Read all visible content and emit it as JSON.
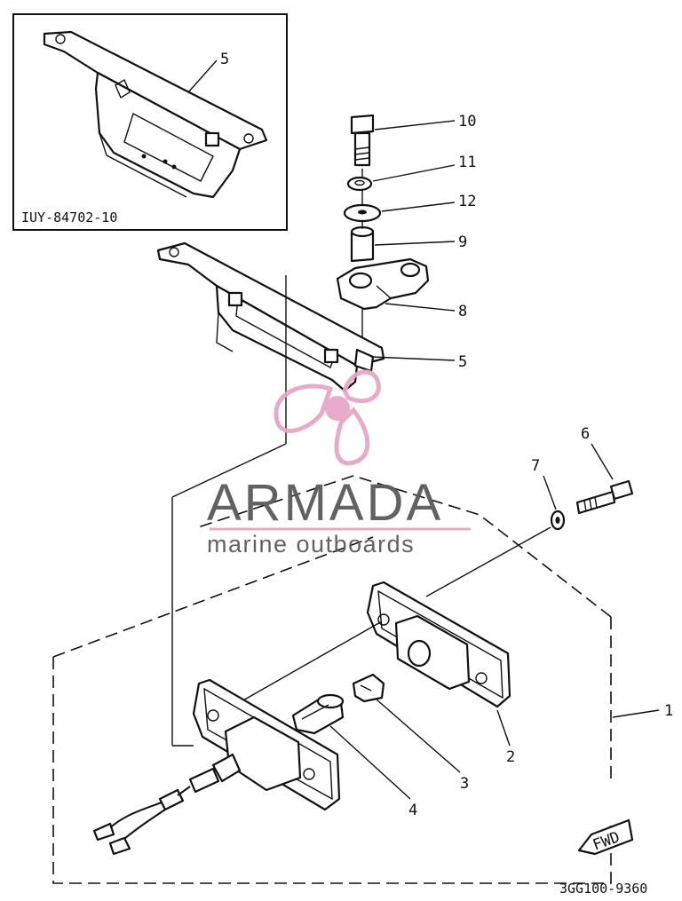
{
  "inset": {
    "code": "IUY-84702-10",
    "callout": "5"
  },
  "callouts": [
    "1",
    "2",
    "3",
    "4",
    "5",
    "6",
    "7",
    "8",
    "9",
    "10",
    "11",
    "12"
  ],
  "fwd_label": "FWD",
  "drawing_number": "3GG100-9360",
  "watermark": {
    "brand": "ARMADA",
    "tagline": "marine outboards",
    "brand_color": "#5a5a5a",
    "accent_color": "#e6a6c8"
  }
}
